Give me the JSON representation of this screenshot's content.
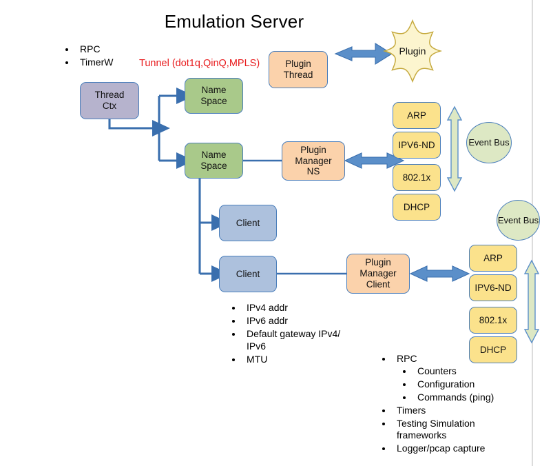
{
  "page": {
    "title": "Emulation Server",
    "tunnel_note": "Tunnel (dot1q,QinQ,MPLS)"
  },
  "colors": {
    "thread_ctx": "#b6b3cd",
    "namespace": "#a9c98a",
    "plugin_manager": "#fbd2ab",
    "client": "#adc1dd",
    "protocol": "#fbe28c",
    "event_bus": "#dde8c4",
    "plugin_star": "#fcf5cf",
    "arrow_blue": "#5b8fc9",
    "border_blue": "#4a7ebb",
    "tunnel_text": "#e8191b"
  },
  "top_bullets": [
    "RPC",
    "TimerW"
  ],
  "nodes": {
    "thread_ctx": "Thread\nCtx",
    "thread_ctx_line1": "Thread",
    "thread_ctx_line2": "Ctx",
    "namespace_1_line1": "Name",
    "namespace_1_line2": "Space",
    "namespace_2_line1": "Name",
    "namespace_2_line2": "Space",
    "plugin_thread_line1": "Plugin",
    "plugin_thread_line2": "Thread",
    "plugin": "Plugin",
    "plugin_manager_ns_line1": "Plugin",
    "plugin_manager_ns_line2": "Manager",
    "plugin_manager_ns_line3": "NS",
    "plugin_manager_client_line1": "Plugin",
    "plugin_manager_client_line2": "Manager",
    "plugin_manager_client_line3": "Client",
    "client_1": "Client",
    "client_2": "Client",
    "event_bus_1_line1": "Event",
    "event_bus_1_line2": "Bus",
    "event_bus_2_line1": "Event",
    "event_bus_2_line2": "Bus"
  },
  "protocols_ns": [
    "ARP",
    "IPV6-ND",
    "802.1x",
    "DHCP"
  ],
  "protocols_client": [
    "ARP",
    "IPV6-ND",
    "802.1x",
    "DHCP"
  ],
  "client_attributes": [
    "IPv4 addr",
    "IPv6 addr",
    "Default gateway IPv4/ IPv6",
    "MTU"
  ],
  "capabilities": {
    "rpc": "RPC",
    "rpc_children": [
      "Counters",
      "Configuration",
      "Commands (ping)"
    ],
    "others": [
      "Timers",
      "Testing Simulation frameworks",
      "Logger/pcap capture"
    ]
  }
}
